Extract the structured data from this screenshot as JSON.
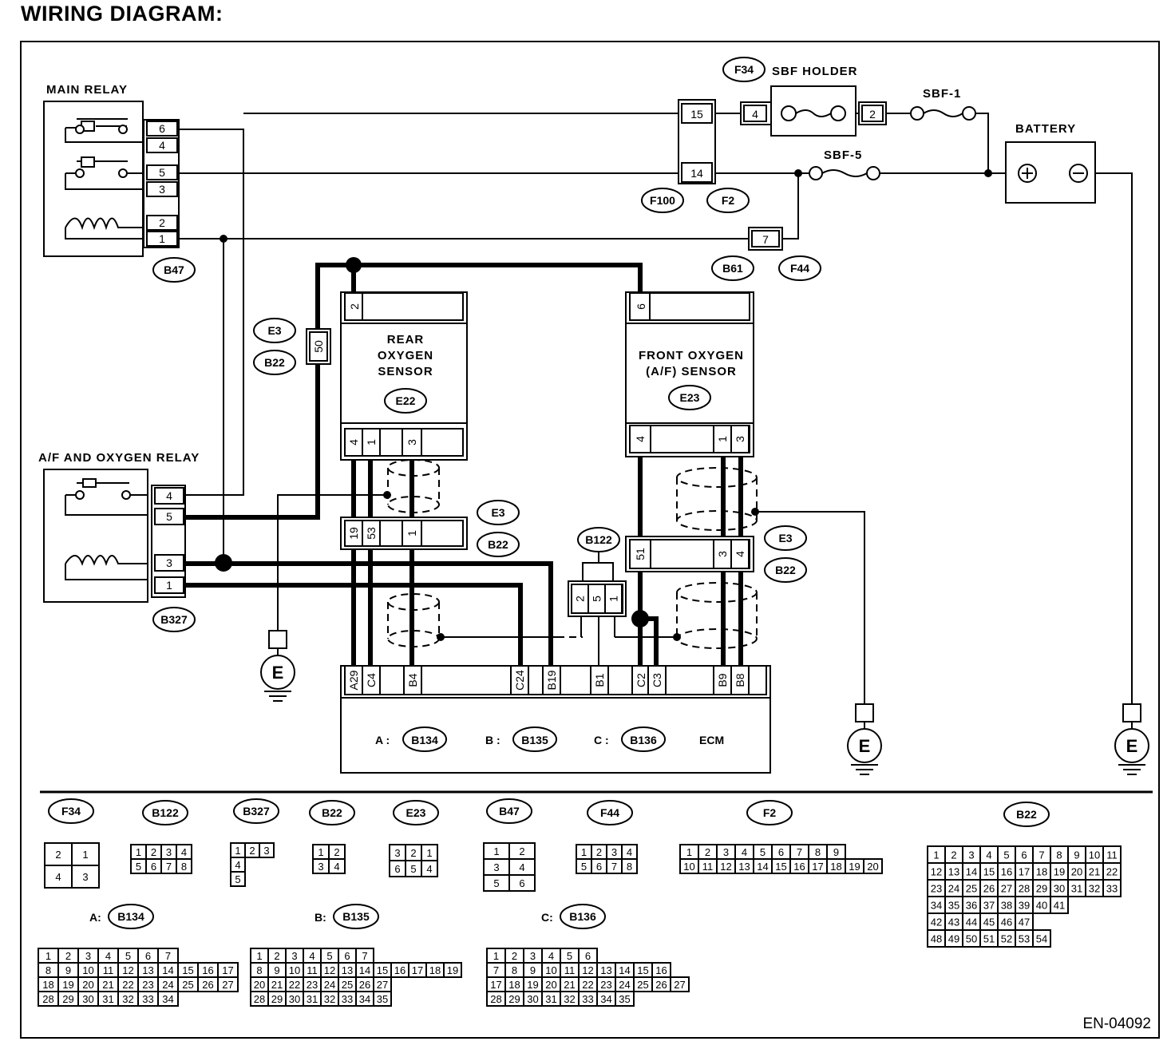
{
  "title": "WIRING DIAGRAM:",
  "doc_code": "EN-04092",
  "components": {
    "main_relay": "MAIN RELAY",
    "af_oxygen_relay": "A/F AND OXYGEN RELAY",
    "sbf_holder": "SBF HOLDER",
    "sbf1": "SBF-1",
    "sbf5": "SBF-5",
    "battery": "BATTERY",
    "rear_o2": [
      "REAR",
      "OXYGEN",
      "SENSOR"
    ],
    "front_o2": [
      "FRONT OXYGEN",
      "(A/F) SENSOR"
    ],
    "ecm": "ECM",
    "ground": "E"
  },
  "connector_tags": {
    "f34": "F34",
    "f100": "F100",
    "f2": "F2",
    "f44": "F44",
    "b47": "B47",
    "b61": "B61",
    "e3": "E3",
    "b22": "B22",
    "e22": "E22",
    "e23": "E23",
    "b122": "B122",
    "b327": "B327",
    "b134": "B134",
    "b135": "B135",
    "b136": "B136"
  },
  "ecm_prefixes": [
    "A :",
    "B :",
    "C :"
  ],
  "ecm_pins": [
    "A29",
    "C4",
    "B4",
    "C24",
    "B19",
    "B1",
    "C2",
    "C3",
    "B9",
    "B8"
  ],
  "pins": {
    "main_relay": [
      "6",
      "4",
      "5",
      "3",
      "2",
      "1"
    ],
    "af_relay": [
      "4",
      "5",
      "3",
      "1"
    ],
    "f100_top": "15",
    "f100_bot": "14",
    "sbf_in": "4",
    "sbf_out": "2",
    "f44": "7",
    "e3_50": "50",
    "rear_top": "2",
    "rear_bottom": [
      "4",
      "1",
      "3"
    ],
    "front_top": "6",
    "front_bottom": [
      "4",
      "1",
      "3"
    ],
    "e3_left": [
      "19",
      "53",
      "1"
    ],
    "e3_right": [
      "51",
      "3",
      "4"
    ],
    "b122": [
      "2",
      "5",
      "1"
    ]
  },
  "legend": {
    "f34": {
      "title": "F34",
      "rows": [
        [
          "2",
          "1"
        ],
        [
          "4",
          "3"
        ]
      ]
    },
    "b122": {
      "title": "B122",
      "rows": [
        [
          "1",
          "2",
          "3",
          "4"
        ],
        [
          "5",
          "6",
          "7",
          "8"
        ]
      ]
    },
    "b327": {
      "title": "B327",
      "rows": [
        [
          "1",
          "2",
          "3"
        ],
        [
          "4"
        ],
        [
          "5"
        ]
      ]
    },
    "b22s": {
      "title": "B22",
      "rows": [
        [
          "1",
          "2"
        ],
        [
          "3",
          "4"
        ]
      ]
    },
    "e23": {
      "title": "E23",
      "rows": [
        [
          "3",
          "2",
          "1"
        ],
        [
          "6",
          "5",
          "4"
        ]
      ]
    },
    "b47": {
      "title": "B47",
      "rows": [
        [
          "1",
          "2"
        ],
        [
          "3",
          "4"
        ],
        [
          "5",
          "6"
        ]
      ]
    },
    "f44": {
      "title": "F44",
      "rows": [
        [
          "1",
          "2",
          "3",
          "4"
        ],
        [
          "5",
          "6",
          "7",
          "8"
        ]
      ]
    },
    "f2": {
      "title": "F2",
      "rows": [
        [
          "1",
          "2",
          "3",
          "4",
          "5",
          "6",
          "7",
          "8",
          "9"
        ],
        [
          "10",
          "11",
          "12",
          "13",
          "14",
          "15",
          "16",
          "17",
          "18",
          "19",
          "20"
        ]
      ]
    },
    "b22l": {
      "title": "B22",
      "rows": [
        [
          "1",
          "2",
          "3",
          "4",
          "5",
          "6",
          "7",
          "8",
          "9",
          "10",
          "11"
        ],
        [
          "12",
          "13",
          "14",
          "15",
          "16",
          "17",
          "18",
          "19",
          "20",
          "21",
          "22"
        ],
        [
          "23",
          "24",
          "25",
          "26",
          "27",
          "28",
          "29",
          "30",
          "31",
          "32",
          "33"
        ],
        [
          "34",
          "35",
          "36",
          "37",
          "38",
          "39",
          "40",
          "41"
        ],
        [
          "42",
          "43",
          "44",
          "45",
          "46",
          "47"
        ],
        [
          "48",
          "49",
          "50",
          "51",
          "52",
          "53",
          "54"
        ]
      ]
    },
    "b134": {
      "prefix": "A:",
      "title": "B134",
      "rows": [
        [
          "1",
          "2",
          "3",
          "4",
          "5",
          "6",
          "7"
        ],
        [
          "8",
          "9",
          "10",
          "11",
          "12",
          "13",
          "14",
          "15",
          "16",
          "17"
        ],
        [
          "18",
          "19",
          "20",
          "21",
          "22",
          "23",
          "24",
          "25",
          "26",
          "27"
        ],
        [
          "28",
          "29",
          "30",
          "31",
          "32",
          "33",
          "34"
        ]
      ]
    },
    "b135": {
      "prefix": "B:",
      "title": "B135",
      "rows": [
        [
          "1",
          "2",
          "3",
          "4",
          "5",
          "6",
          "7"
        ],
        [
          "8",
          "9",
          "10",
          "11",
          "12",
          "13",
          "14",
          "15",
          "16",
          "17",
          "18",
          "19"
        ],
        [
          "20",
          "21",
          "22",
          "23",
          "24",
          "25",
          "26",
          "27"
        ],
        [
          "28",
          "29",
          "30",
          "31",
          "32",
          "33",
          "34",
          "35"
        ]
      ]
    },
    "b136": {
      "prefix": "C:",
      "title": "B136",
      "rows": [
        [
          "1",
          "2",
          "3",
          "4",
          "5",
          "6"
        ],
        [
          "7",
          "8",
          "9",
          "10",
          "11",
          "12",
          "13",
          "14",
          "15",
          "16"
        ],
        [
          "17",
          "18",
          "19",
          "20",
          "21",
          "22",
          "23",
          "24",
          "25",
          "26",
          "27"
        ],
        [
          "28",
          "29",
          "30",
          "31",
          "32",
          "33",
          "34",
          "35"
        ]
      ]
    }
  }
}
